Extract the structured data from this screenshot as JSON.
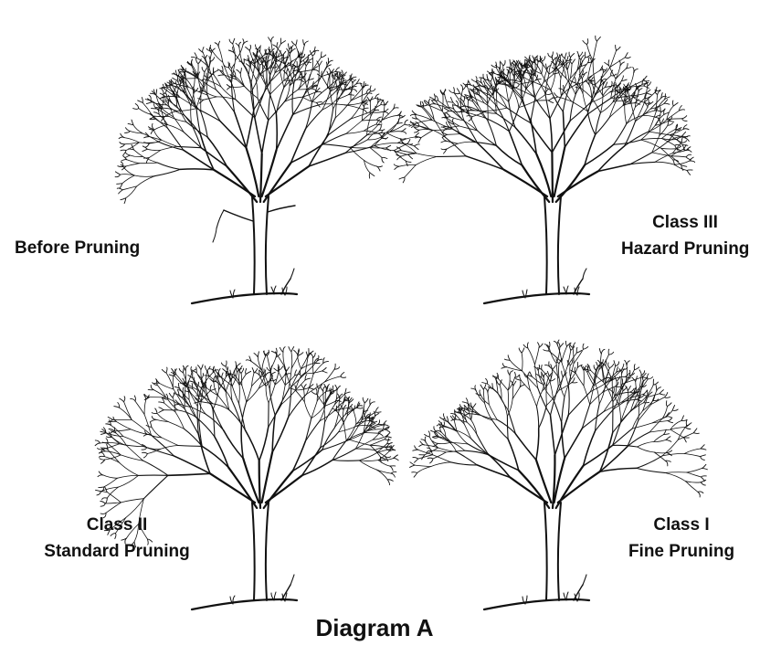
{
  "labels": {
    "before": "Before Pruning",
    "class3_line1": "Class III",
    "class3_line2": "Hazard Pruning",
    "class2_line1": "Class II",
    "class2_line2": "Standard Pruning",
    "class1_line1": "Class I",
    "class1_line2": "Fine Pruning"
  },
  "title": "Diagram A",
  "colors": {
    "ink": "#111111",
    "background": "#ffffff"
  }
}
